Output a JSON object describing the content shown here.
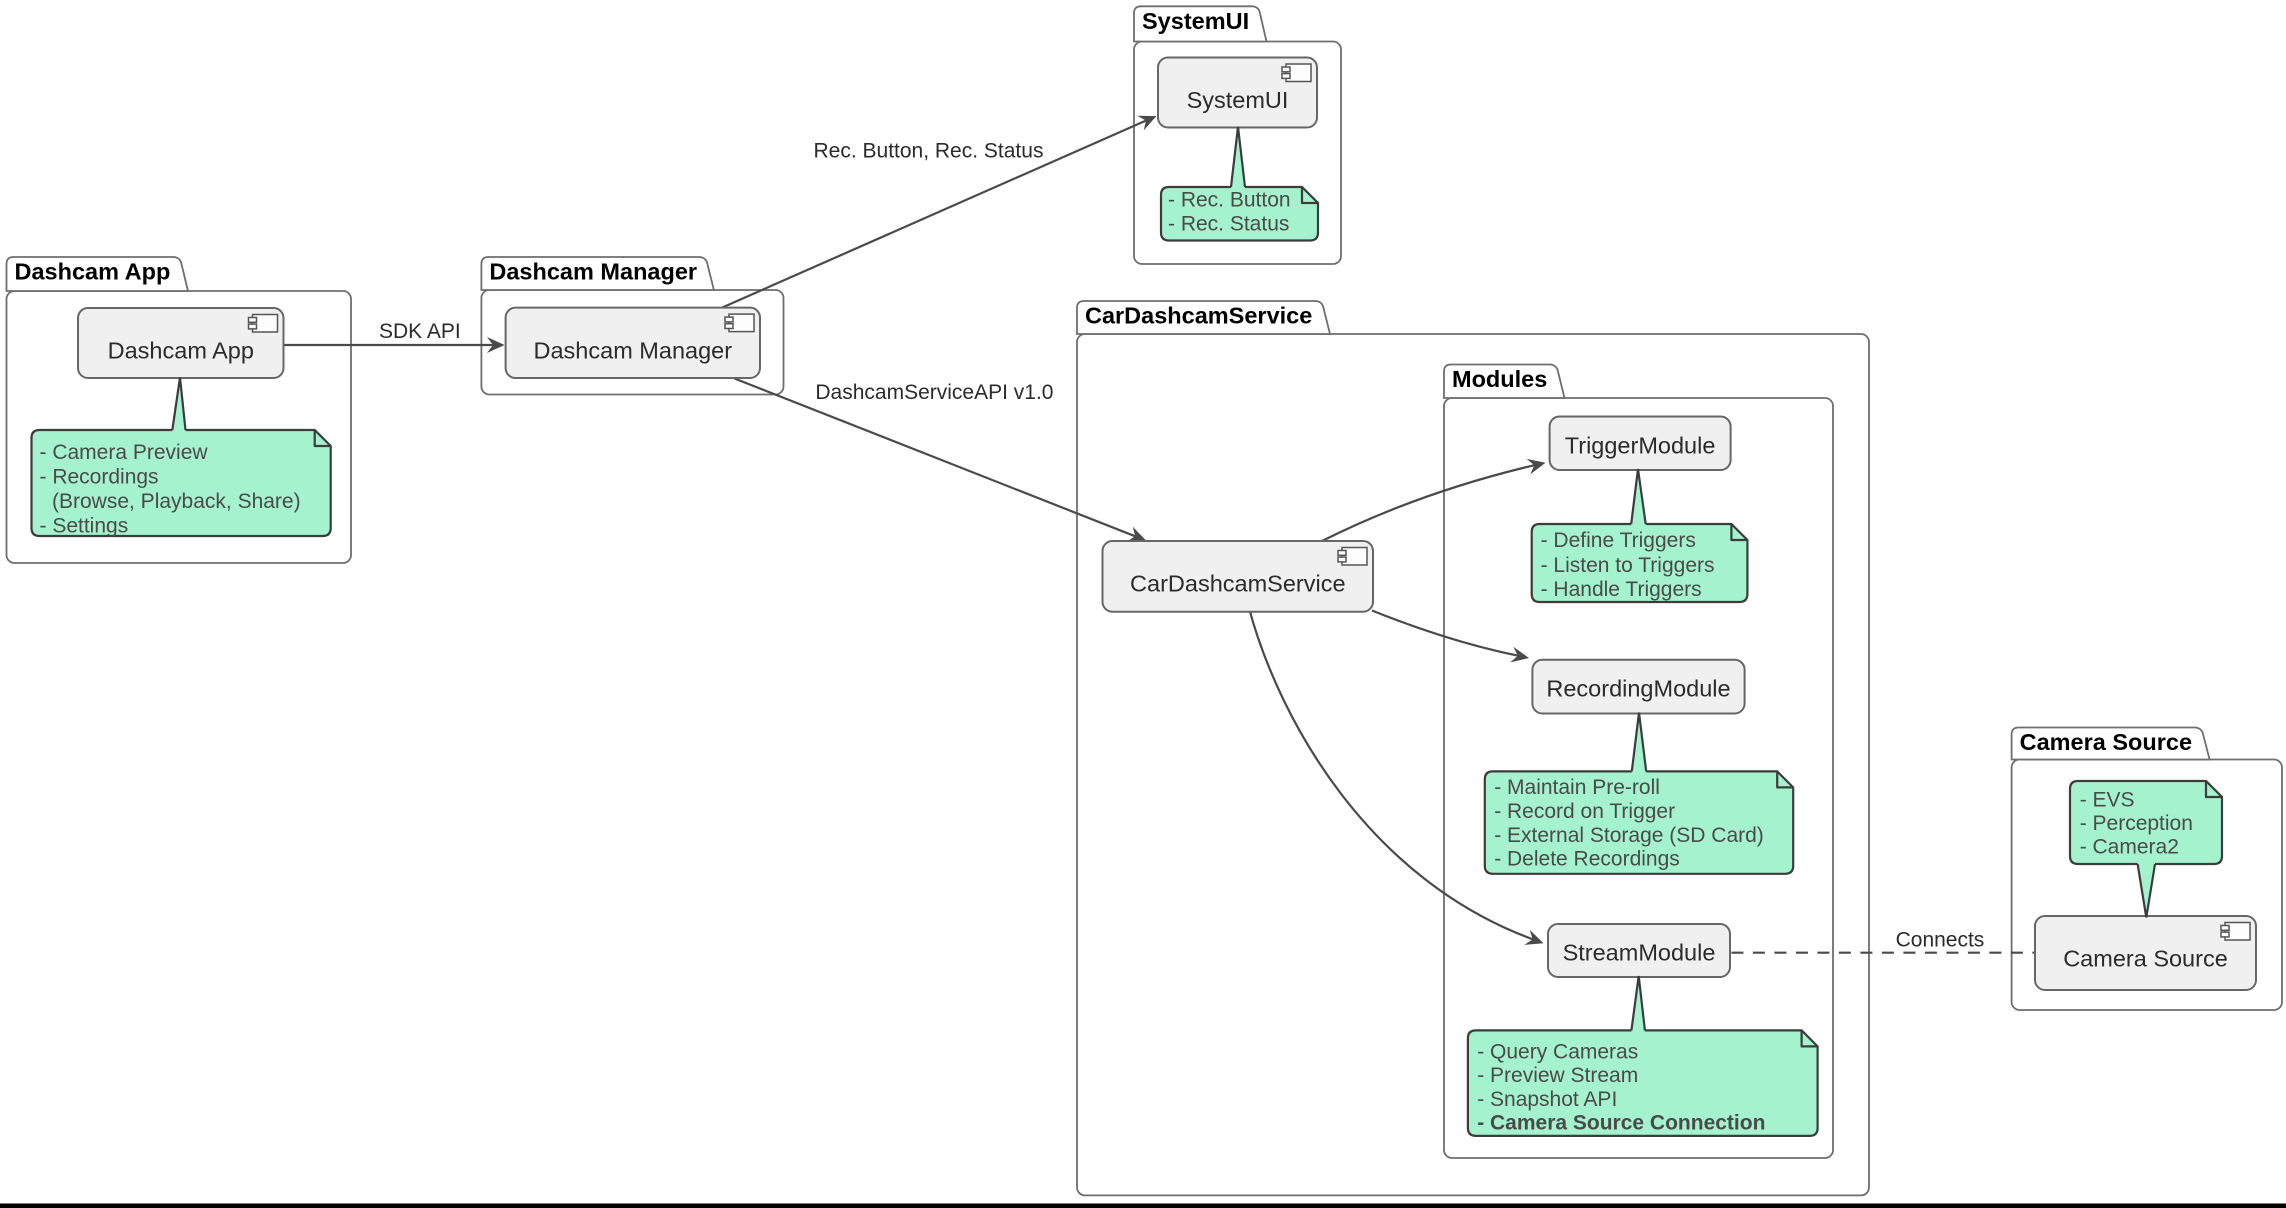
{
  "colors": {
    "background": "#ffffff",
    "package_border": "#6e6e6e",
    "package_title": "#000000",
    "component_fill": "#f0f0f0",
    "component_border": "#666666",
    "component_text": "#2b2b2b",
    "icon_fill": "#fdfdfd",
    "icon_border": "#555555",
    "note_fill": "#a5f3ce",
    "note_border": "#3c3c3c",
    "note_text": "#4a4a4a",
    "edge": "#4a4a4a",
    "edge_label": "#2b2b2b",
    "window_edge": "#000000"
  },
  "packages": {
    "dashcam_app": {
      "label": "Dashcam App"
    },
    "dashcam_manager": {
      "label": "Dashcam Manager"
    },
    "systemui": {
      "label": "SystemUI"
    },
    "car_dashcam_service": {
      "label": "CarDashcamService"
    },
    "modules": {
      "label": "Modules"
    },
    "camera_source": {
      "label": "Camera Source"
    }
  },
  "components": {
    "dashcam_app": {
      "label": "Dashcam App"
    },
    "dashcam_manager": {
      "label": "Dashcam Manager"
    },
    "systemui": {
      "label": "SystemUI"
    },
    "car_dashcam_service": {
      "label": "CarDashcamService"
    },
    "trigger_module": {
      "label": "TriggerModule"
    },
    "recording_module": {
      "label": "RecordingModule"
    },
    "stream_module": {
      "label": "StreamModule"
    },
    "camera_source": {
      "label": "Camera Source"
    }
  },
  "notes": {
    "dashcam_app": {
      "lines": [
        "- Camera Preview",
        "- Recordings",
        "(Browse, Playback, Share)",
        "- Settings"
      ]
    },
    "systemui": {
      "lines": [
        "- Rec. Button",
        "- Rec. Status"
      ]
    },
    "trigger_module": {
      "lines": [
        "- Define Triggers",
        "- Listen to Triggers",
        "- Handle Triggers"
      ]
    },
    "recording_module": {
      "lines": [
        "- Maintain Pre-roll",
        "- Record on Trigger",
        "- External Storage (SD Card)",
        "- Delete Recordings"
      ]
    },
    "stream_module": {
      "lines": [
        "- Query Cameras",
        "- Preview Stream",
        "- Snapshot API",
        "- Camera Source Connection"
      ]
    },
    "camera_source": {
      "lines": [
        "- EVS",
        "- Perception",
        "- Camera2"
      ]
    }
  },
  "edges": {
    "sdk_api": {
      "label": "SDK API"
    },
    "rec_button_status": {
      "label": "Rec. Button, Rec. Status"
    },
    "dashcam_service_api": {
      "label": "DashcamServiceAPI v1.0"
    },
    "connects": {
      "label": "Connects"
    }
  }
}
